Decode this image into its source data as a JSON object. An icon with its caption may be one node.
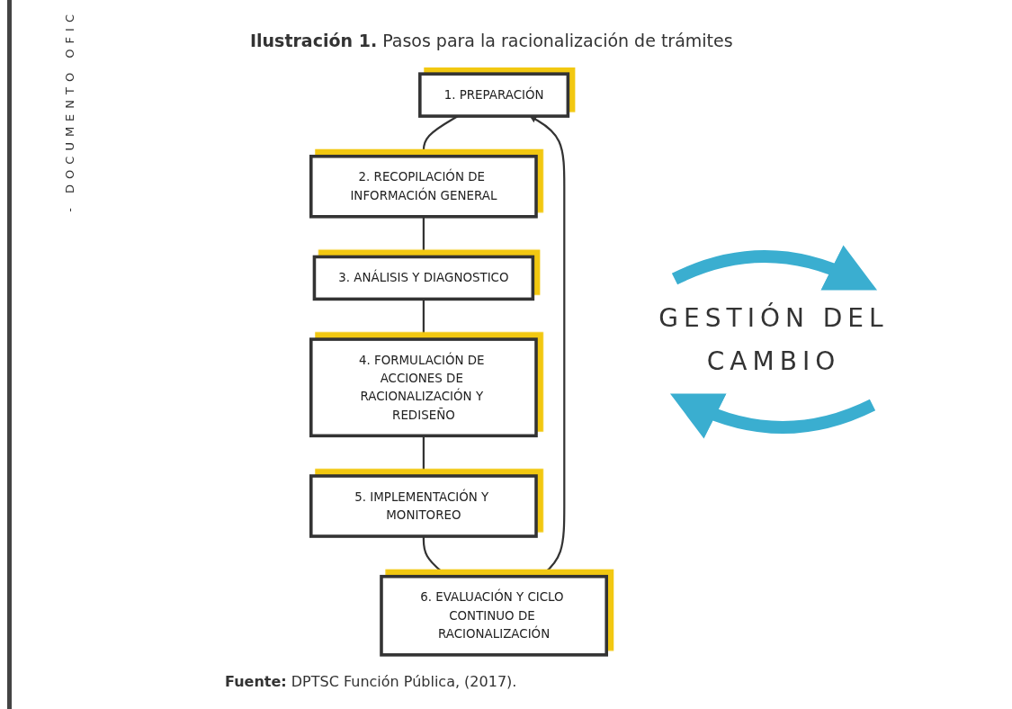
{
  "diagram": {
    "title": "**Ilustración 1.** Pasos para la racionalización de trámites",
    "caption": "**Fuente:** DPTSC Función Pública, (2017).",
    "nodes": [
      {
        "text": [
          "1. PREPARACIÓN"
        ]
      },
      {
        "text": [
          "2. RECOPILACIÓN DE INFORMACIÓN GENERAL"
        ]
      },
      {
        "text": [
          "3. ANÁLISIS Y DIAGNOSTICO"
        ]
      },
      {
        "text": [
          "4. FORMULACIÓN DE ACCIONES DE RACIONALIZACIÓN Y REDISEÑO"
        ]
      },
      {
        "text": [
          "5. IMPLEMENTACIÓN Y MONITOREO"
        ]
      },
      {
        "text": [
          "6. EVALUACIÓN Y CICLO CONTINUO DE RACIONALIZACIÓN"
        ]
      }
    ],
    "edges": [
      {
        "from": 0,
        "to": 1,
        "arrow": "to"
      },
      {
        "from": 1,
        "to": 2,
        "arrow": "to"
      },
      {
        "from": 2,
        "to": 3,
        "arrow": "to"
      },
      {
        "from": 3,
        "to": 4,
        "arrow": "to"
      },
      {
        "from": 4,
        "to": 5,
        "arrow": "to"
      },
      {
        "from": 5,
        "to": 0,
        "arrow": "to"
      }
    ],
    "labels": [
      "- DOCUMENTO OFIC",
      "GESTIÓN DEL CAMBIO"
    ]
  }
}
